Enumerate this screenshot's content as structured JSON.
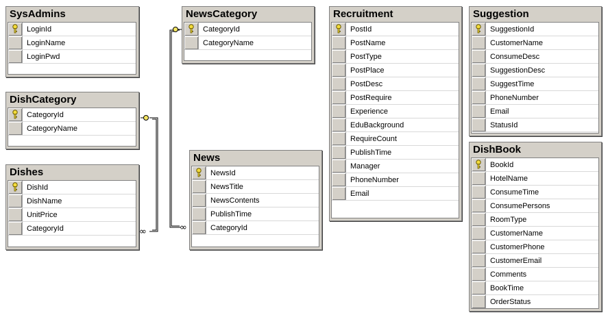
{
  "tables": [
    {
      "id": "sysadmins",
      "title": "SysAdmins",
      "columns": [
        {
          "name": "LoginId",
          "pk": true
        },
        {
          "name": "LoginName",
          "pk": false
        },
        {
          "name": "LoginPwd",
          "pk": false
        }
      ]
    },
    {
      "id": "dishcategory",
      "title": "DishCategory",
      "columns": [
        {
          "name": "CategoryId",
          "pk": true
        },
        {
          "name": "CategoryName",
          "pk": false
        }
      ]
    },
    {
      "id": "dishes",
      "title": "Dishes",
      "columns": [
        {
          "name": "DishId",
          "pk": true
        },
        {
          "name": "DishName",
          "pk": false
        },
        {
          "name": "UnitPrice",
          "pk": false
        },
        {
          "name": "CategoryId",
          "pk": false
        }
      ]
    },
    {
      "id": "newscategory",
      "title": "NewsCategory",
      "columns": [
        {
          "name": "CategoryId",
          "pk": true
        },
        {
          "name": "CategoryName",
          "pk": false
        }
      ]
    },
    {
      "id": "news",
      "title": "News",
      "columns": [
        {
          "name": "NewsId",
          "pk": true
        },
        {
          "name": "NewsTitle",
          "pk": false
        },
        {
          "name": "NewsContents",
          "pk": false
        },
        {
          "name": "PublishTime",
          "pk": false
        },
        {
          "name": "CategoryId",
          "pk": false
        }
      ]
    },
    {
      "id": "recruitment",
      "title": "Recruitment",
      "columns": [
        {
          "name": "PostId",
          "pk": true
        },
        {
          "name": "PostName",
          "pk": false
        },
        {
          "name": "PostType",
          "pk": false
        },
        {
          "name": "PostPlace",
          "pk": false
        },
        {
          "name": "PostDesc",
          "pk": false
        },
        {
          "name": "PostRequire",
          "pk": false
        },
        {
          "name": "Experience",
          "pk": false
        },
        {
          "name": "EduBackground",
          "pk": false
        },
        {
          "name": "RequireCount",
          "pk": false
        },
        {
          "name": "PublishTime",
          "pk": false
        },
        {
          "name": "Manager",
          "pk": false
        },
        {
          "name": "PhoneNumber",
          "pk": false
        },
        {
          "name": "Email",
          "pk": false
        }
      ]
    },
    {
      "id": "suggestion",
      "title": "Suggestion",
      "columns": [
        {
          "name": "SuggestionId",
          "pk": true
        },
        {
          "name": "CustomerName",
          "pk": false
        },
        {
          "name": "ConsumeDesc",
          "pk": false
        },
        {
          "name": "SuggestionDesc",
          "pk": false
        },
        {
          "name": "SuggestTime",
          "pk": false
        },
        {
          "name": "PhoneNumber",
          "pk": false
        },
        {
          "name": "Email",
          "pk": false
        },
        {
          "name": "StatusId",
          "pk": false
        }
      ]
    },
    {
      "id": "dishbook",
      "title": "DishBook",
      "columns": [
        {
          "name": "BookId",
          "pk": true
        },
        {
          "name": "HotelName",
          "pk": false
        },
        {
          "name": "ConsumeTime",
          "pk": false
        },
        {
          "name": "ConsumePersons",
          "pk": false
        },
        {
          "name": "RoomType",
          "pk": false
        },
        {
          "name": "CustomerName",
          "pk": false
        },
        {
          "name": "CustomerPhone",
          "pk": false
        },
        {
          "name": "CustomerEmail",
          "pk": false
        },
        {
          "name": "Comments",
          "pk": false
        },
        {
          "name": "BookTime",
          "pk": false
        },
        {
          "name": "OrderStatus",
          "pk": false
        }
      ]
    }
  ],
  "relationships": [
    {
      "from": "dishes",
      "from_column": "CategoryId",
      "to": "dishcategory",
      "to_column": "CategoryId"
    },
    {
      "from": "news",
      "from_column": "CategoryId",
      "to": "newscategory",
      "to_column": "CategoryId"
    }
  ]
}
